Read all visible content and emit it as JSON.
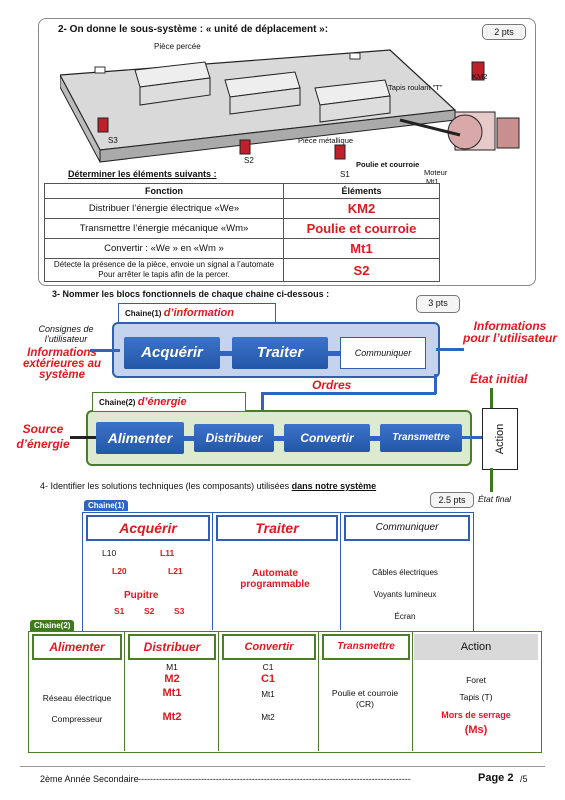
{
  "sec2": {
    "title": "2- On donne le sous-système : « unité de déplacement »:",
    "points": "2 pts",
    "labels": {
      "piece_percee": "Pièce percée",
      "tapis": "Tapis roulant \"T\"",
      "km2": "KM2",
      "piece_metal": "Pièce métallique",
      "s3": "S3",
      "s2": "S2",
      "s1": "S1",
      "poulie": "Poulie et courroie",
      "moteur": "Moteur",
      "mt1": "Mt1"
    },
    "determine": "Déterminer les éléments suivants :",
    "table_headers": [
      "Fonction",
      "Éléments"
    ],
    "rows": [
      {
        "fonction": "Distribuer l’énergie électrique «We»",
        "element": "KM2"
      },
      {
        "fonction": "Transmettre l’énergie mécanique «Wm»",
        "element": "Poulie et courroie"
      },
      {
        "fonction": "Convertir : «We » en «Wm »",
        "element": "Mt1"
      },
      {
        "fonction": "Détecte la présence de la pièce, envoie un signal a l’automate Pour arrêter le tapis afin de la percer.",
        "element": "S2"
      }
    ]
  },
  "sec3": {
    "title": "3- Nommer les blocs fonctionnels de chaque chaine ci-dessous :",
    "points": "3 pts",
    "chain1_label": "Chaine(1)",
    "chain1_name": "d’information",
    "consignes": "Consignes de l’utilisateur",
    "infos_ext": "Informations extérieures au système",
    "acquerir": "Acquérir",
    "traiter": "Traiter",
    "communiquer": "Communiquer",
    "infos_user": "Informations pour l’utilisateur",
    "ordres": "Ordres",
    "etat_initial": "État initial",
    "chain2_label": "Chaine(2)",
    "chain2_name": "d’énergie",
    "source": "Source d’énergie",
    "alimenter": "Alimenter",
    "distribuer": "Distribuer",
    "convertir": "Convertir",
    "transmettre": "Transmettre",
    "action": "Action",
    "etat_final": "État final"
  },
  "sec4": {
    "title_plain": "4- Identifier les solutions techniques (les composants) utilisées ",
    "title_under": "dans notre système",
    "points": "2.5 pts",
    "chain1": "Chaine(1)",
    "h1": [
      "Acquérir",
      "Traiter",
      "Communiquer"
    ],
    "acq": {
      "l10": "L10",
      "l11": "L11",
      "l20": "L20",
      "l21": "L21",
      "pupitre": "Pupitre",
      "s1": "S1",
      "s2": "S2",
      "s3": "S3"
    },
    "traiter": "Automate programmable",
    "comm": [
      "Câbles électriques",
      "Voyants lumineux",
      "Écran"
    ],
    "chain2": "Chaine(2)",
    "h2": [
      "Alimenter",
      "Distribuer",
      "Convertir",
      "Transmettre",
      "Action"
    ],
    "alim": [
      "Réseau électrique",
      "Compresseur"
    ],
    "dist": {
      "m1": "M1",
      "m2": "M2",
      "mt1": "Mt1",
      "mt2": "Mt2"
    },
    "conv": {
      "c1a": "C1",
      "c1b": "C1",
      "mt1": "Mt1",
      "mt2": "Mt2"
    },
    "trans": "Poulie et courroie (CR)",
    "action": {
      "foret": "Foret",
      "tapis": "Tapis (T)",
      "mors": "Mors de serrage",
      "ms": "(Ms)"
    }
  },
  "footer": {
    "year": "2ème Année Secondaire",
    "dashes": "-------------------------------------------------------------------------------------------",
    "page": "Page 2",
    "total": "/5"
  }
}
